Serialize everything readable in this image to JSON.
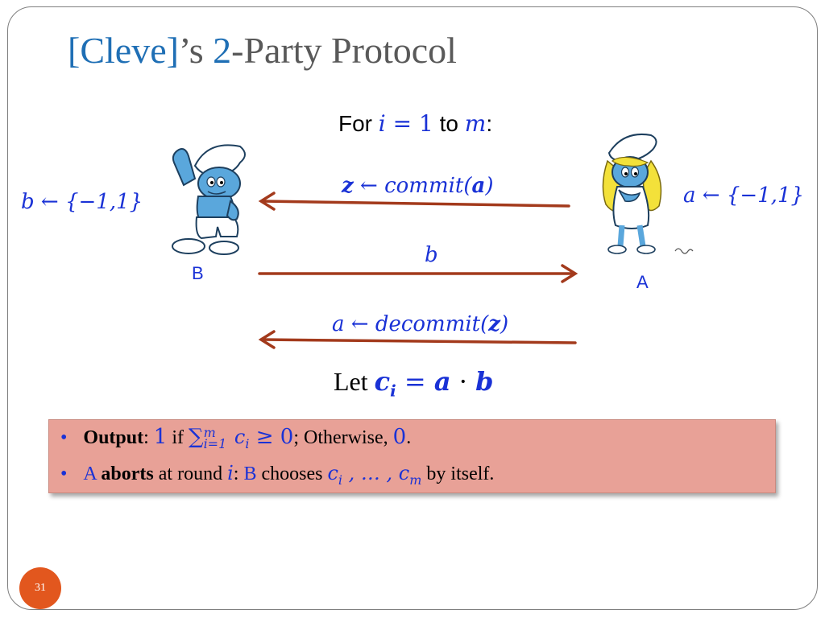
{
  "title": {
    "part1": "[Cleve]",
    "part2": "’s ",
    "part3": "2",
    "part4": "-Party Protocol"
  },
  "loop": {
    "prefix": "For ",
    "var": "i",
    "eq": " = ",
    "start": "1",
    "to": " to ",
    "end": "m",
    "colon": ":"
  },
  "party_b": {
    "name": "B",
    "sample": "b ← {−1,1}"
  },
  "party_a": {
    "name": "A",
    "sample": "a ← {−1,1}"
  },
  "messages": [
    {
      "label_pre": "z",
      "label_mid": " ← commit(",
      "label_bold": "a",
      "label_post": ")",
      "direction": "A-to-B"
    },
    {
      "label": "b",
      "direction": "B-to-A"
    },
    {
      "label_pre": "a ← decommit(",
      "label_bold": "z",
      "label_post": ")",
      "direction": "A-to-B"
    }
  ],
  "let_line": {
    "word": "Let ",
    "c": "c",
    "sub": "i",
    "rest_a": " = ",
    "a": "a",
    "dot": " · ",
    "b": "b"
  },
  "bullets": {
    "b1": {
      "output": "Output",
      "colon": ": ",
      "one": "1",
      "if": " if ",
      "sum": "∑",
      "sum_top": "m",
      "sum_bot": "i=1",
      "ci": " c",
      "ci_sub": "i",
      "geq": " ≥ 0",
      "otherwise": "; Otherwise, ",
      "zero": "0",
      "period": "."
    },
    "b2": {
      "a": "A ",
      "aborts": "aborts",
      "at": " at round ",
      "i": "i",
      "colon": ": ",
      "b": "B",
      "chooses": " chooses ",
      "c1": "c",
      "c1_sub": "i",
      "dots": " , … , ",
      "c2": "c",
      "c2_sub": "m",
      "by": " by itself."
    }
  },
  "page_number": "31",
  "colors": {
    "arrow": "#a33a1c",
    "math_blue": "#1a32d6",
    "title_blue": "#1f6fb5",
    "box_fill": "#e8a197",
    "badge": "#e2571e"
  }
}
